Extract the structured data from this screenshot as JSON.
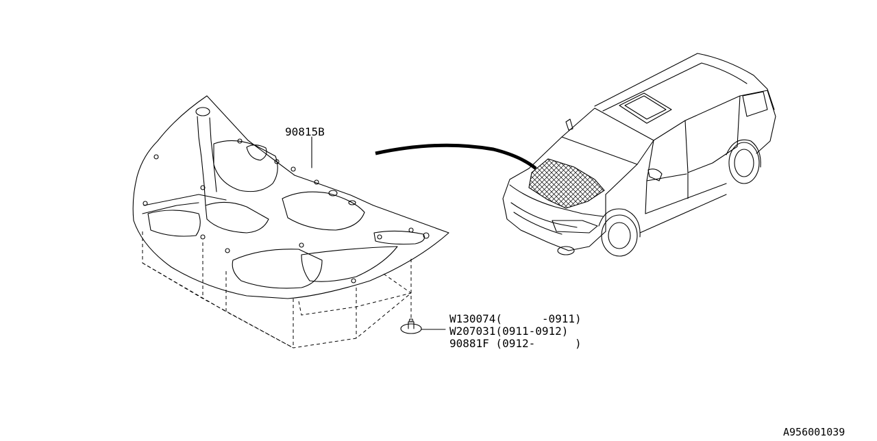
{
  "labels": {
    "insulator_part": "90815B",
    "clip_option_1": "W130074(      -0911)",
    "clip_option_2": "W207031(0911-0912)",
    "clip_option_3": "90881F (0912-      )",
    "diagram_code": "A956001039"
  },
  "icons": {
    "hood_insulator": "hood-insulator-pad-drawing",
    "clip": "push-clip-drawing",
    "vehicle": "suv-vehicle-drawing"
  },
  "colors": {
    "line": "#000000",
    "background": "#ffffff"
  }
}
